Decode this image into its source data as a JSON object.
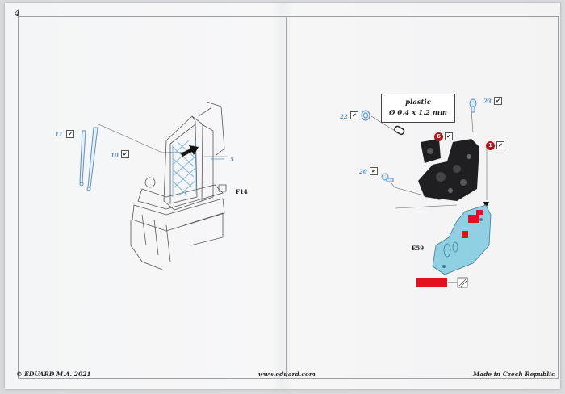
{
  "page": {
    "number": "4"
  },
  "footer": {
    "copyright": "© EDUARD  M.A. 2021",
    "website": "www.eduard.com",
    "origin": "Made in Czech Republic"
  },
  "callouts": {
    "c11": "11",
    "c10": "10",
    "c5": "5",
    "c22": "22",
    "c23": "23",
    "c20": "20",
    "c6": "6",
    "c1": "1"
  },
  "checkmark": "✔",
  "parts": {
    "f14": "F14",
    "e59": "E59"
  },
  "note": {
    "line1": "plastic",
    "line2": "Ø 0,4 x 1,2 mm"
  },
  "colors": {
    "callout_blue": "#5a8fc9",
    "red_badge": "#b3121a",
    "part_cyan": "#8fd0e3",
    "part_red": "#e2111d",
    "seat_blue": "#7fb8df"
  }
}
